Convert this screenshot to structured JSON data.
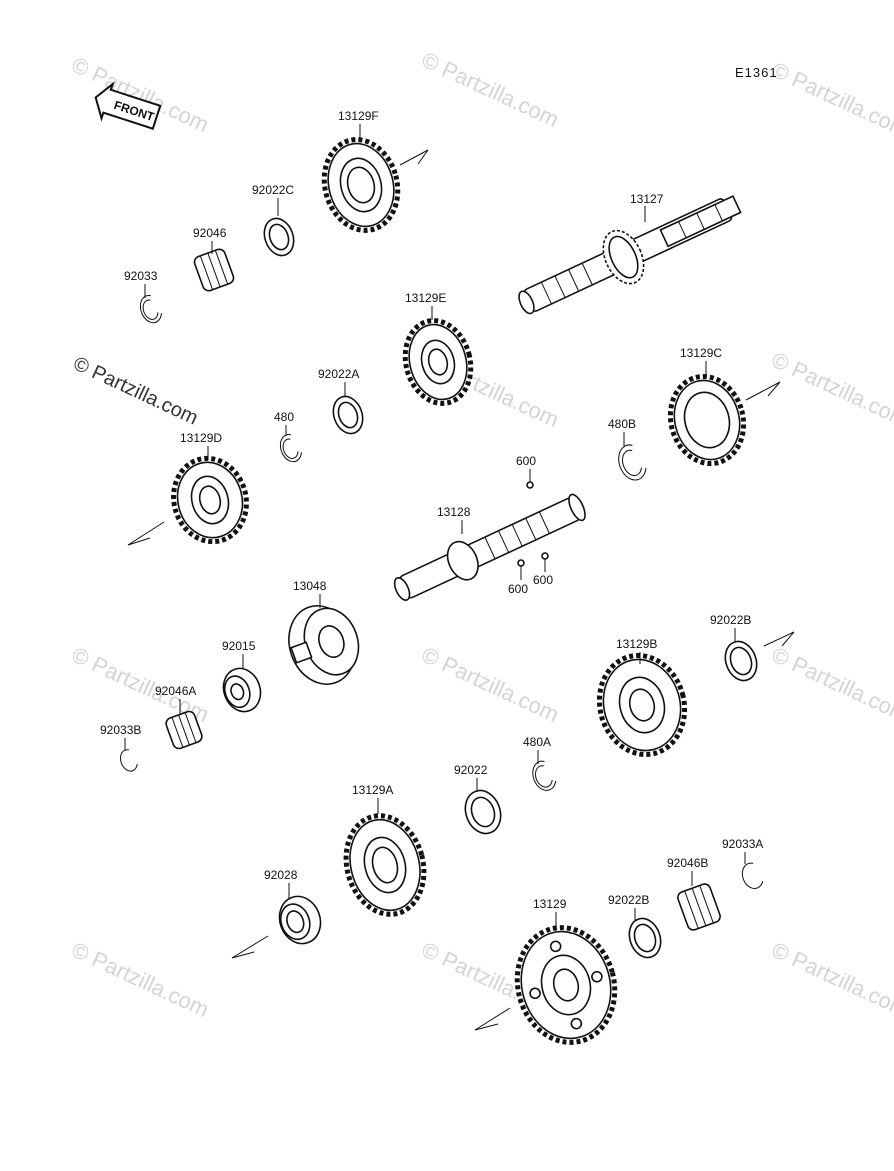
{
  "diagram": {
    "code": "E1361",
    "front_label": "FRONT",
    "watermark": "© Partzilla.com",
    "parts": {
      "p13129F": "13129F",
      "p92022C": "92022C",
      "p92046": "92046",
      "p92033": "92033",
      "p13127": "13127",
      "p13129E": "13129E",
      "p92022A": "92022A",
      "p480": "480",
      "p13129D": "13129D",
      "p13129C": "13129C",
      "p480B": "480B",
      "p600a": "600",
      "p600b": "600",
      "p600c": "600",
      "p13128": "13128",
      "p13048": "13048",
      "p92015": "92015",
      "p92046A": "92046A",
      "p92033B": "92033B",
      "p92022B_top": "92022B",
      "p13129B": "13129B",
      "p480A": "480A",
      "p92022": "92022",
      "p13129A": "13129A",
      "p92028": "92028",
      "p13129": "13129",
      "p92022B_bot": "92022B",
      "p92046B": "92046B",
      "p92033A": "92033A"
    }
  }
}
